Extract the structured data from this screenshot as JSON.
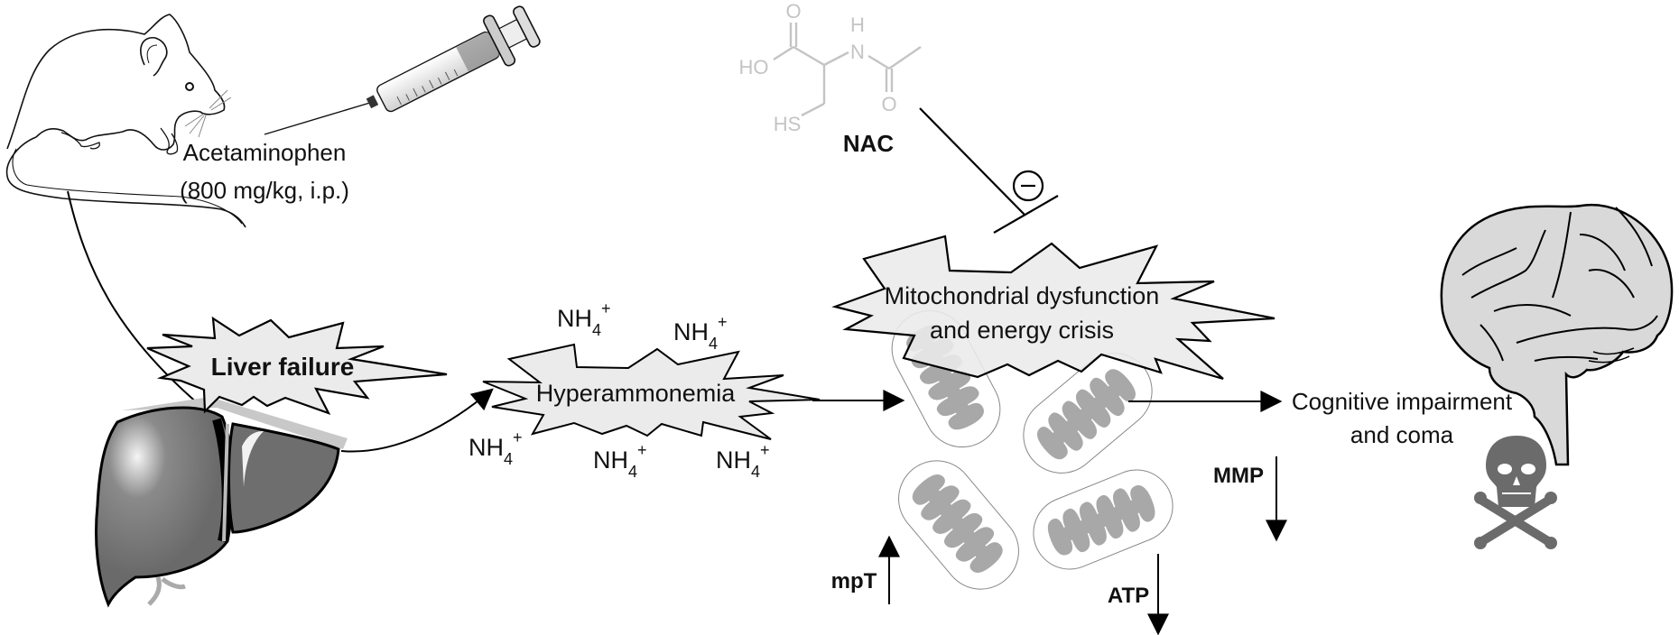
{
  "drug": {
    "name": "Acetaminophen",
    "dose": "(800 mg/kg, i.p.)"
  },
  "nac": {
    "label": "NAC",
    "structure_atoms": {
      "carbonyl_oxygen_top": "O",
      "hydroxyl": "HO",
      "amide_hydrogen": "H",
      "amide_nitrogen": "N",
      "carbonyl_oxygen_bottom": "O",
      "thiol": "HS"
    },
    "inhibition_symbol": "−"
  },
  "stages": {
    "liver_failure": "Liver failure",
    "hyperammonemia": "Hyperammonemia",
    "mitochondria_line1": "Mitochondrial dysfunction",
    "mitochondria_line2": "and energy crisis",
    "outcome_line1": "Cognitive impairment",
    "outcome_line2": "and coma"
  },
  "ammonium": {
    "base": "NH",
    "sub": "4",
    "sup": "+"
  },
  "markers": [
    {
      "label": "mpT",
      "direction": "up"
    },
    {
      "label": "ATP",
      "direction": "down"
    },
    {
      "label": "MMP",
      "direction": "down"
    }
  ],
  "colors": {
    "burst_fill": "#ebebeb",
    "stroke": "#000000",
    "liver": "#6e6e6e",
    "chem": "#c4c4c4",
    "mito_fill": "#a8a8a8",
    "brain_fill": "#d9d9d9",
    "skull": "#6b6b6b"
  }
}
